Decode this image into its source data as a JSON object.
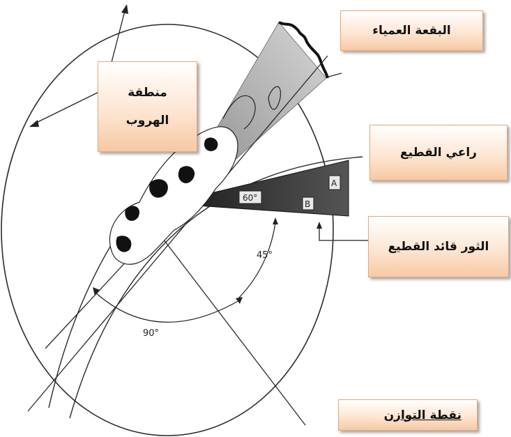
{
  "labels": {
    "blind_spot": "البقعة العمياء",
    "flight_zone_line1": "منطقة",
    "flight_zone_line2": "الهروب",
    "herd_herder": "راعي القطيع",
    "herd_leader_bull": "الثور قائد القطيع",
    "balance_point": "نقطة التوازن"
  },
  "angles": {
    "front": "60°",
    "side": "45°",
    "bottom": "90°"
  },
  "markers": {
    "a": "A",
    "b": "B"
  },
  "colors": {
    "label_fill_top": "#ffffff",
    "label_fill_bottom": "#f7c9a4",
    "label_border": "#e8a77a",
    "line": "#2a2a2a",
    "cone": "#8f8f8f"
  }
}
